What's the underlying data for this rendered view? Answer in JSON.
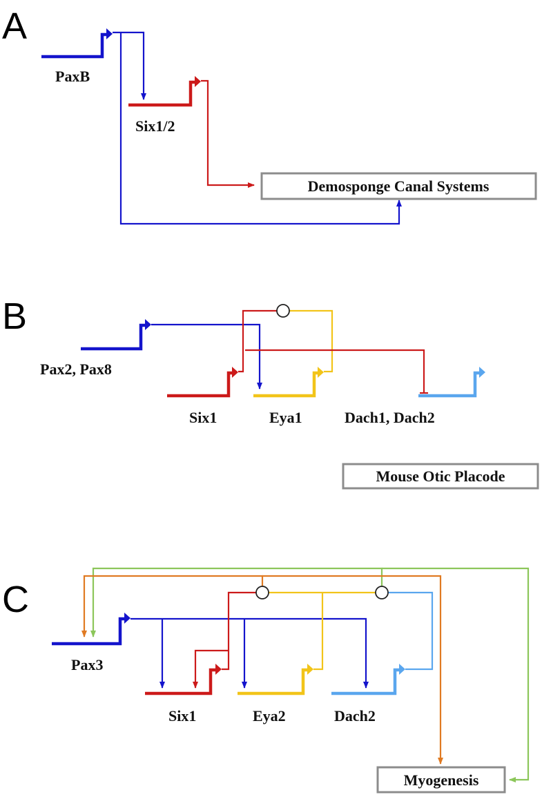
{
  "colors": {
    "pax": "#1414cc",
    "six": "#cc1a1a",
    "eya": "#f2c419",
    "dach": "#5aa6ee",
    "orange": "#e07a22",
    "green": "#8cc65a",
    "box_border": "#8c8c8c"
  },
  "panels": [
    {
      "letter": "A",
      "genes": [
        "PaxB",
        "Six1/2"
      ],
      "target": "Demosponge Canal Systems"
    },
    {
      "letter": "B",
      "genes": [
        "Pax2, Pax8",
        "Six1",
        "Eya1",
        "Dach1, Dach2"
      ],
      "target": "Mouse Otic Placode"
    },
    {
      "letter": "C",
      "genes": [
        "Pax3",
        "Six1",
        "Eya2",
        "Dach2"
      ],
      "target": "Myogenesis"
    }
  ]
}
